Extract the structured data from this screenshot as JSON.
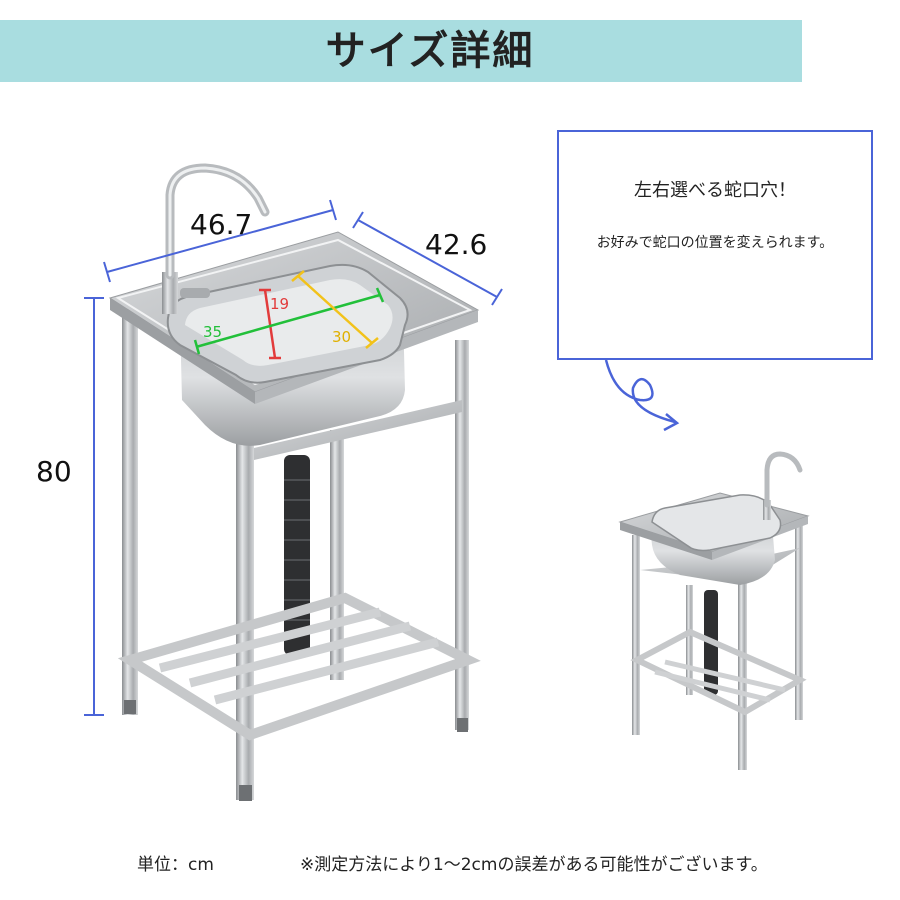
{
  "header": {
    "title": "サイズ詳細"
  },
  "dimensions": {
    "width": "46.7",
    "depth": "42.6",
    "height": "80",
    "basin_depth": "19",
    "basin_width": "35",
    "basin_length": "30"
  },
  "callout": {
    "title": "左右選べる蛇口穴！",
    "subtitle": "お好みで蛇口の位置を変えられます。"
  },
  "footer": {
    "unit": "単位：cm",
    "note": "※測定方法により1～2cmの誤差がある可能性がございます。"
  },
  "colors": {
    "banner": "#a9dde0",
    "dimension_line": "#4a64d8",
    "red_line": "#e23b3b",
    "green_line": "#22c03a",
    "yellow_line": "#f2c21a"
  }
}
